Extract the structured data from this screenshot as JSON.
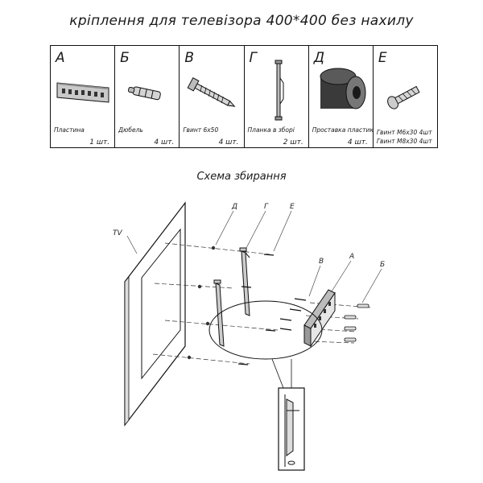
{
  "title": "кріплення для телевізора 400*400 без нахилу",
  "parts": [
    {
      "letter": "А",
      "name": "Пластина",
      "qty": "1 шт.",
      "icon": "plate-icon"
    },
    {
      "letter": "Б",
      "name": "Дюбель",
      "qty": "4 шт.",
      "icon": "dowel-icon"
    },
    {
      "letter": "В",
      "name": "Гвинт 6х50",
      "qty": "4 шт.",
      "icon": "screw-icon"
    },
    {
      "letter": "Г",
      "name": "Планка в зборі",
      "qty": "2 шт.",
      "icon": "bracket-icon"
    },
    {
      "letter": "Д",
      "name": "Проставка пластикова",
      "qty": "4 шт.",
      "icon": "spacer-icon"
    },
    {
      "letter": "Е",
      "name": "Гвинт М6х30 4шт",
      "name2": "Гвинт М8х30 4шт",
      "icon": "bolt-icon"
    }
  ],
  "assembly_title": "Схема збирання",
  "diagram_labels": {
    "tv": "TV",
    "d": "Д",
    "g": "Г",
    "e": "Е",
    "v": "В",
    "a": "А",
    "b": "Б"
  }
}
